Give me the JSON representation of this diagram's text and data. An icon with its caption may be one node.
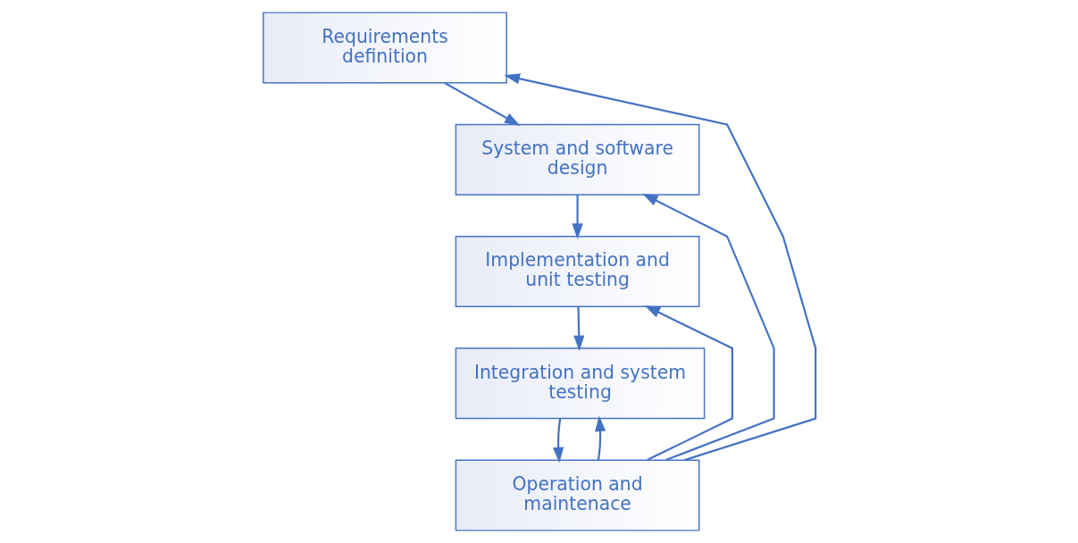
{
  "diagram": {
    "nodes": [
      {
        "text": [
          "Requirements definition"
        ]
      },
      {
        "text": [
          "System and software design"
        ]
      },
      {
        "text": [
          "Implementation and unit testing"
        ]
      },
      {
        "text": [
          "Integration and system testing"
        ]
      },
      {
        "text": [
          "Operation and maintenace"
        ]
      }
    ],
    "edges": [
      {
        "from": 0,
        "to": 1,
        "arrow": "to"
      },
      {
        "from": 1,
        "to": 2,
        "arrow": "to"
      },
      {
        "from": 2,
        "to": 3,
        "arrow": "to"
      },
      {
        "from": 3,
        "to": 4,
        "arrow": "to"
      },
      {
        "from": 4,
        "to": 3,
        "arrow": "to"
      },
      {
        "from": 4,
        "to": 2,
        "arrow": "to"
      },
      {
        "from": 4,
        "to": 1,
        "arrow": "to"
      },
      {
        "from": 4,
        "to": 0,
        "arrow": "to"
      }
    ]
  }
}
